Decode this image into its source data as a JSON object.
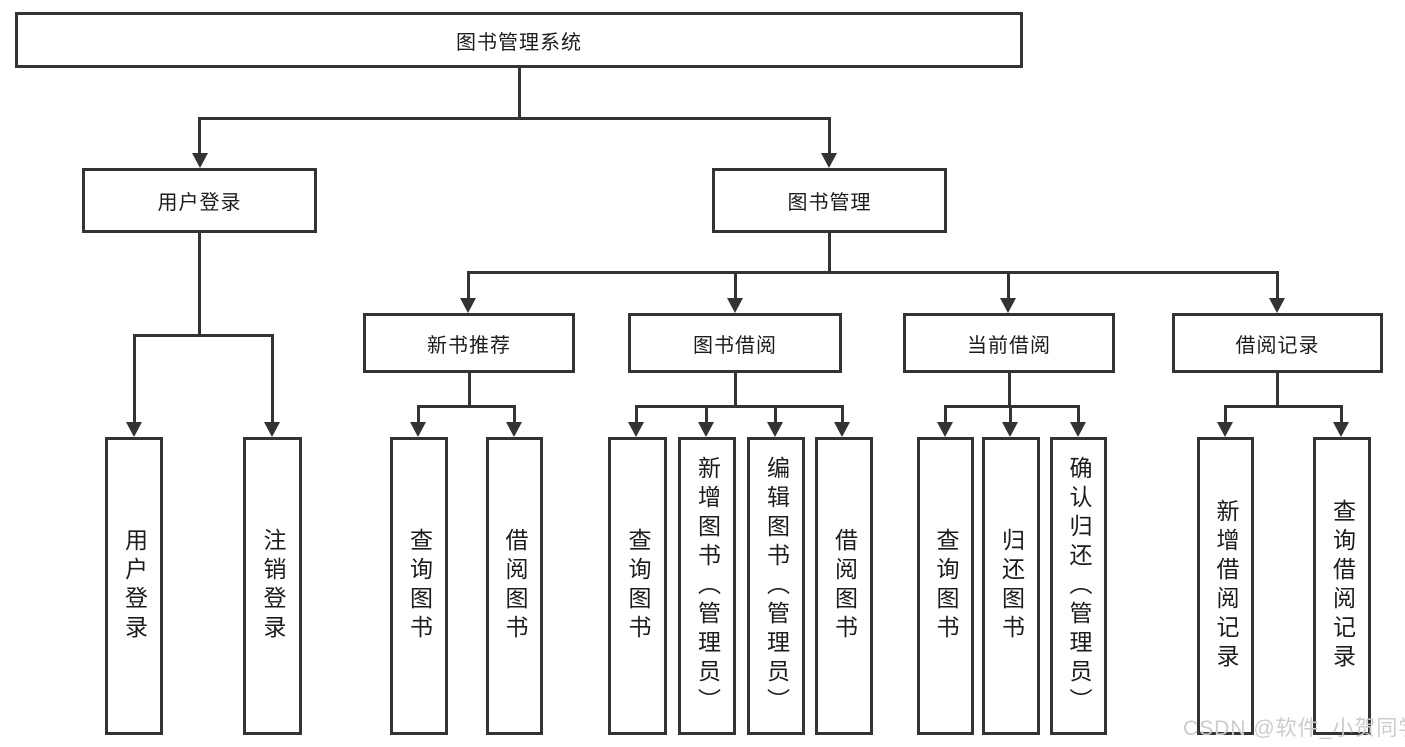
{
  "diagram": {
    "title": "图书管理系统",
    "root": {
      "label": "图书管理系统"
    },
    "branches": [
      {
        "label": "用户登录",
        "children": [
          {
            "label": "用户登录"
          },
          {
            "label": "注销登录"
          }
        ]
      },
      {
        "label": "图书管理",
        "children": [
          {
            "label": "新书推荐",
            "children": [
              {
                "label": "查询图书"
              },
              {
                "label": "借阅图书"
              }
            ]
          },
          {
            "label": "图书借阅",
            "children": [
              {
                "label": "查询图书"
              },
              {
                "label": "新增图书（管理员）"
              },
              {
                "label": "编辑图书（管理员）"
              },
              {
                "label": "借阅图书"
              }
            ]
          },
          {
            "label": "当前借阅",
            "children": [
              {
                "label": "查询图书"
              },
              {
                "label": "归还图书"
              },
              {
                "label": "确认归还（管理员）"
              }
            ]
          },
          {
            "label": "借阅记录",
            "children": [
              {
                "label": "新增借阅记录"
              },
              {
                "label": "查询借阅记录"
              }
            ]
          }
        ]
      }
    ],
    "watermark": "CSDN @软件_小贺同学",
    "colors": {
      "line": "#333333",
      "text": "#1c1c1c",
      "background": "#ffffff",
      "watermark": "#cccccc"
    }
  }
}
